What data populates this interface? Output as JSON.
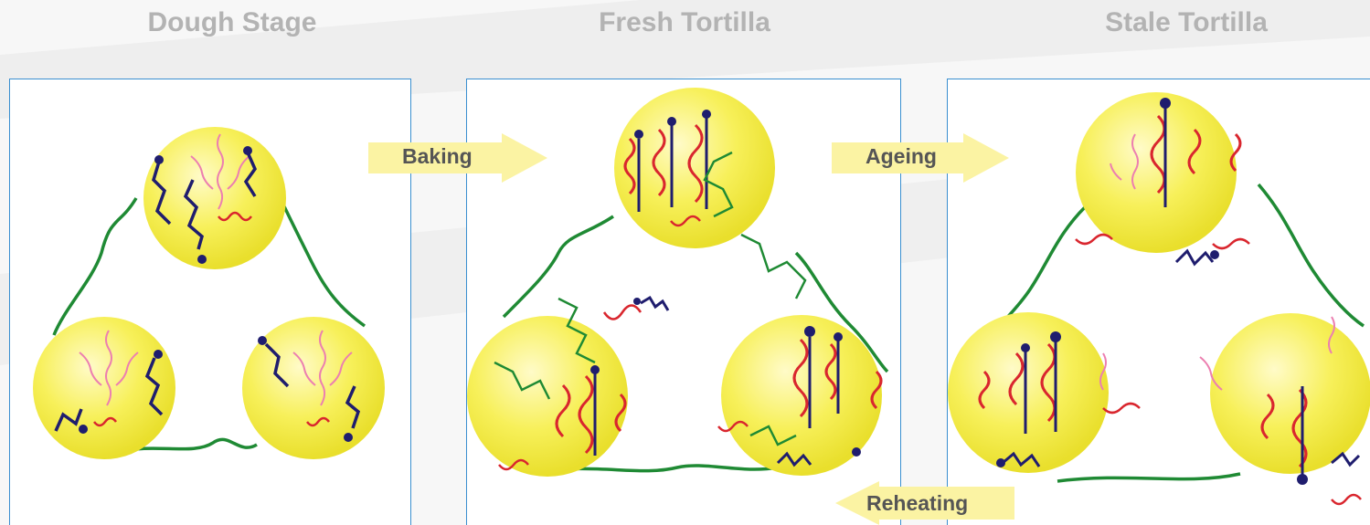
{
  "stages": [
    {
      "title": "Dough Stage"
    },
    {
      "title": "Fresh Tortilla"
    },
    {
      "title": "Stale Tortilla"
    }
  ],
  "arrows": {
    "baking": "Baking",
    "ageing": "Ageing",
    "reheating": "Reheating"
  },
  "colors": {
    "granule_fill": "#f4ef4a",
    "granule_highlight": "#fffbc8",
    "amylopectin": "#ec7fb0",
    "amylose": "#1f1d6e",
    "helix": "#d9262e",
    "gluten_network": "#1f8a34",
    "arrow_fill": "#fbf3a3",
    "panel_border": "#3a8fd0",
    "title_color": "#b3b3b3"
  },
  "legend_icons": [
    "granule-icon",
    "amylose-chain-icon",
    "amylopectin-cluster-icon",
    "double-helix-icon",
    "protein-network-icon"
  ]
}
